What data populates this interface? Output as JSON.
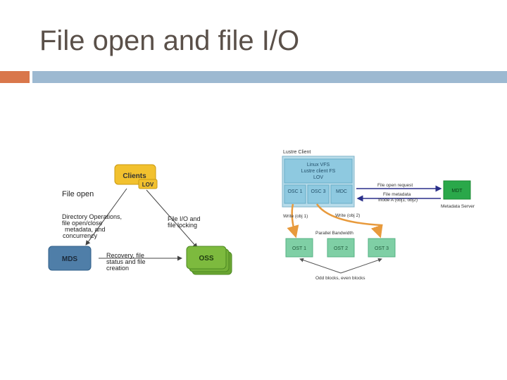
{
  "slide": {
    "title": "File open and file I/O",
    "accent_colors": {
      "orange": "#d9774b",
      "blue": "#9db9d1"
    }
  },
  "left_diagram": {
    "clients": "Clients",
    "lov": "LOV",
    "mds": "MDS",
    "oss": "OSS",
    "file_open": "File open",
    "dir_ops": [
      "Directory Operations,",
      "file open/close",
      "metadata, and",
      "concurrency"
    ],
    "file_io": [
      "File I/O and",
      "file locking"
    ],
    "recovery": [
      "Recovery, file",
      "status and file",
      "creation"
    ],
    "colors": {
      "clients": "#f2c12e",
      "mds": "#4f7ea8",
      "oss": "#7dba3e"
    }
  },
  "right_diagram": {
    "lustre_client": "Lustre Client",
    "linux_vfs": "Linux VFS",
    "lustre_fs": "Lustre client FS",
    "lov": "LOV",
    "osc1": "OSC 1",
    "osc3": "OSC 3",
    "mdc": "MDC",
    "file_open_request": "File open request",
    "file_metadata": "File metadata",
    "inode": "Inode A (obj1, obj2)",
    "mdt": "MDT",
    "metadata_server": "Metadata Server",
    "write1": "Write (obj 1)",
    "write2": "Write (obj 2)",
    "parallel": "Parallel Bandwidth",
    "ost1": "OST 1",
    "ost2": "OST 2",
    "ost3": "OST 3",
    "blocks": "Odd blocks, even blocks",
    "colors": {
      "client": "#8ec9e0",
      "mdt": "#2aa84a",
      "ost": "#7fcfa5",
      "arrow": "#e89a3c"
    }
  }
}
